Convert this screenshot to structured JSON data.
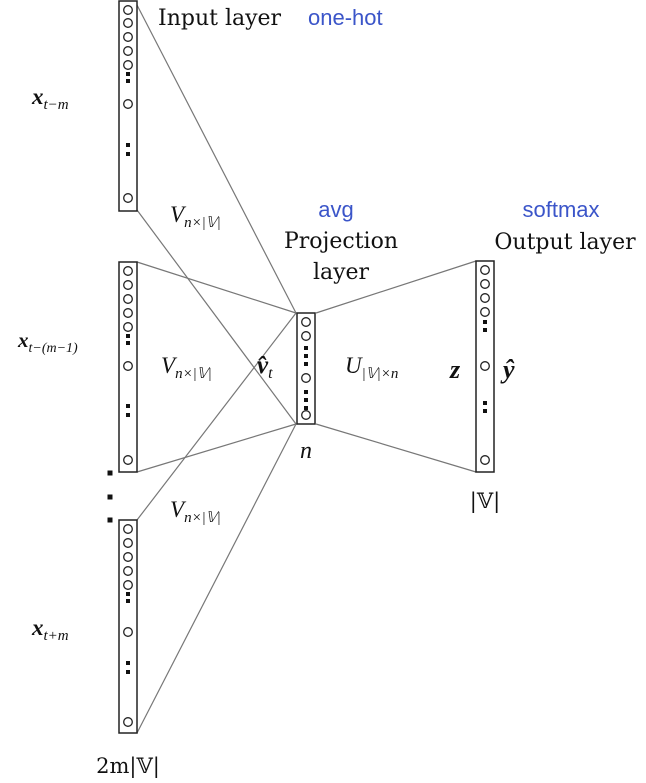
{
  "colors": {
    "line": "#777777",
    "box": "#222222",
    "text": "#111111",
    "accent": "#3b55c9"
  },
  "labels": {
    "input_layer": "Input layer",
    "one_hot": "one-hot",
    "avg": "avg",
    "projection_line1": "Projection",
    "projection_line2": "layer",
    "softmax": "softmax",
    "output_layer": "Output layer",
    "n": "n",
    "vocab_size": "|𝕍|",
    "input_size": "2m|𝕍|",
    "z": "z",
    "y_hat": "ŷ",
    "v_hat": "v̂",
    "v_sub": "t",
    "weight_V": "V",
    "weight_V_sub": "n×|𝕍|",
    "weight_U": "U",
    "weight_U_sub": "|𝕍|×n",
    "x": "x",
    "x_top_sub": "t−m",
    "x_mid_sub": "t−(m−1)",
    "x_bottom_sub": "t+m"
  }
}
